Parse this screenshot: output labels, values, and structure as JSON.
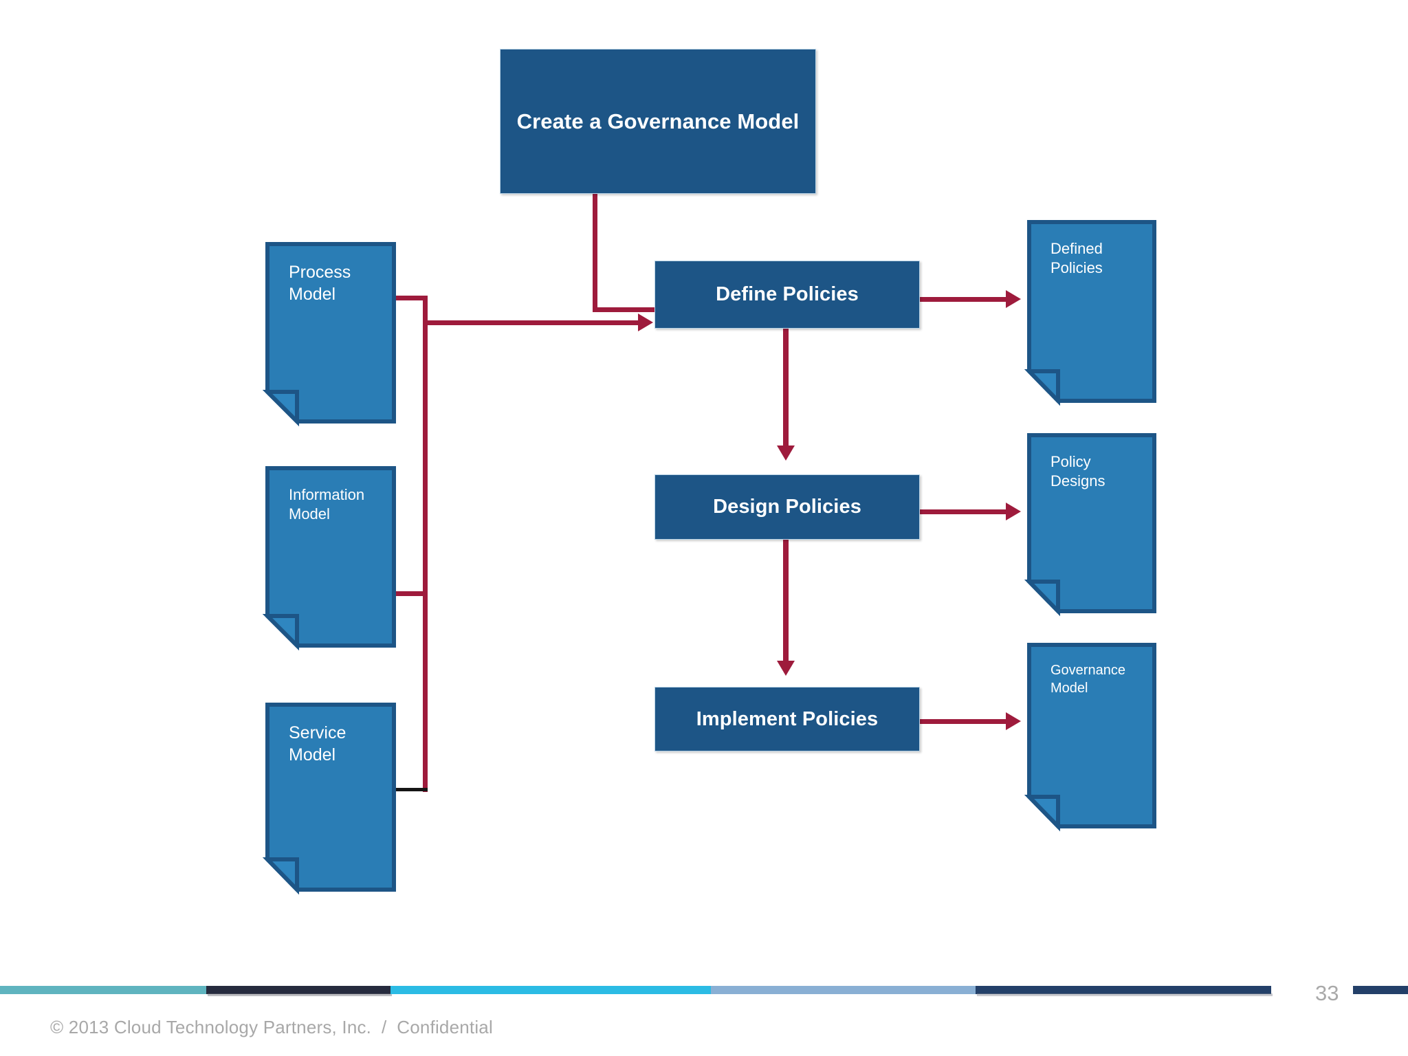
{
  "slide": {
    "title_box": {
      "label": "Create a Governance Model"
    },
    "process_steps": [
      {
        "id": "define",
        "label": "Define Policies"
      },
      {
        "id": "design",
        "label": "Design Policies"
      },
      {
        "id": "implement",
        "label": "Implement Policies"
      }
    ],
    "input_documents": [
      {
        "id": "process-model",
        "label": "Process\nModel"
      },
      {
        "id": "information-model",
        "label": "Information\nModel"
      },
      {
        "id": "service-model",
        "label": "Service\nModel"
      }
    ],
    "output_documents": [
      {
        "id": "defined-policies",
        "label": "Defined\nPolicies"
      },
      {
        "id": "policy-designs",
        "label": "Policy\nDesigns"
      },
      {
        "id": "governance-model",
        "label": "Governance\nModel"
      }
    ],
    "footer": {
      "copyright": "© 2013 Cloud Technology Partners, Inc.  /  Confidential",
      "page_number": "33"
    },
    "colors": {
      "process_box_fill": "#1d5586",
      "document_fill": "#2a7db5",
      "document_stroke": "#1d5586",
      "connector": "#9e1b3c",
      "connector_alt": "#151515",
      "footer_teal": "#5fb4bf",
      "footer_navy": "#262b3e",
      "footer_cyan": "#2bbbe4",
      "footer_lightblue": "#89afd4",
      "footer_darkblue": "#234069",
      "text_light": "#ffffff",
      "footer_text": "#a8a8a8",
      "background": "#ffffff"
    }
  },
  "chart_data": {
    "type": "diagram",
    "title": "Create a Governance Model",
    "nodes": [
      {
        "id": "create-governance-model",
        "label": "Create a Governance Model",
        "shape": "rectangle",
        "column": "center",
        "row": 0
      },
      {
        "id": "process-model",
        "label": "Process Model",
        "shape": "document",
        "column": "left",
        "row": 1
      },
      {
        "id": "information-model",
        "label": "Information Model",
        "shape": "document",
        "column": "left",
        "row": 2
      },
      {
        "id": "service-model",
        "label": "Service Model",
        "shape": "document",
        "column": "left",
        "row": 3
      },
      {
        "id": "define-policies",
        "label": "Define Policies",
        "shape": "rectangle",
        "column": "center",
        "row": 1
      },
      {
        "id": "design-policies",
        "label": "Design Policies",
        "shape": "rectangle",
        "column": "center",
        "row": 2
      },
      {
        "id": "implement-policies",
        "label": "Implement Policies",
        "shape": "rectangle",
        "column": "center",
        "row": 3
      },
      {
        "id": "defined-policies",
        "label": "Defined Policies",
        "shape": "document",
        "column": "right",
        "row": 1
      },
      {
        "id": "policy-designs",
        "label": "Policy Designs",
        "shape": "document",
        "column": "right",
        "row": 2
      },
      {
        "id": "governance-model",
        "label": "Governance Model",
        "shape": "document",
        "column": "right",
        "row": 3
      }
    ],
    "edges": [
      {
        "from": "create-governance-model",
        "to": "define-policies",
        "style": "elbow",
        "arrow": false
      },
      {
        "from": "process-model",
        "to": "define-policies",
        "style": "bus-elbow",
        "arrow": true
      },
      {
        "from": "information-model",
        "to": "define-policies",
        "style": "bus",
        "arrow": false
      },
      {
        "from": "service-model",
        "to": "define-policies",
        "style": "bus",
        "arrow": false
      },
      {
        "from": "define-policies",
        "to": "design-policies",
        "style": "straight",
        "arrow": true
      },
      {
        "from": "design-policies",
        "to": "implement-policies",
        "style": "straight",
        "arrow": true
      },
      {
        "from": "define-policies",
        "to": "defined-policies",
        "style": "straight",
        "arrow": true
      },
      {
        "from": "design-policies",
        "to": "policy-designs",
        "style": "straight",
        "arrow": true
      },
      {
        "from": "implement-policies",
        "to": "governance-model",
        "style": "straight",
        "arrow": true
      }
    ]
  }
}
